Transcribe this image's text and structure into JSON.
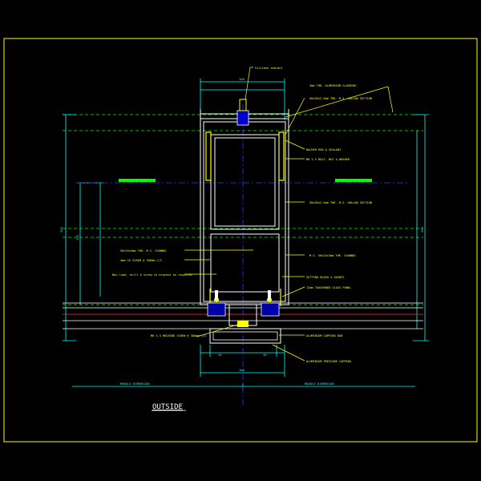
{
  "colors": {
    "background": "#000000",
    "frame": "#ffff00",
    "detail": "#ffffff",
    "green": "#00ff00",
    "dim": "#00ffff",
    "blue": "#0000ff",
    "red": "#ff3333",
    "label": "#ffff00"
  },
  "drawing": {
    "title": "OUTSIDE",
    "bottom_left_label": "MODULE DIMENSION",
    "bottom_right_label": "MODULE DIMENSION",
    "labels": {
      "top_sealant": "Silicone sealant",
      "cladding": "3mm THK. ALUMINIUM CLADDING",
      "hollow_section_1": "50x50x2.5mm THK. M.S. HOLLOW SECTION",
      "foam_rod": "BACKER ROD & SEALANT",
      "fixing_1": "M8 S.S BOLT, NUT & WASHER",
      "hollow_section_2": "50x50x2.5mm THK. M.S. HOLLOW SECTION",
      "channel_right": "M.S. 50x25x3mm THK. CHANNEL",
      "setting_block": "SETTING BLOCK & GASKET",
      "glazing": "12mm TOUGHENED GLASS PANEL",
      "capping": "ALUMINIUM CAPPING BAR",
      "pressure_plate": "ALUMINIUM PRESSURE CAPPING",
      "channel_left": "50x25x3mm THK. M.S. CHANNEL",
      "screws": "4mm SS SCREW @ 300mm C/C",
      "anchor_note": "Non-load, drill & screw to bracket as required",
      "machine_screw": "M6 S.S MACHINE SCREW @ 300mm C/C"
    },
    "dims": {
      "top_width": "100",
      "bottom_width": "100",
      "left_overall": "250",
      "left_mid": "120",
      "right_overall": "260",
      "bottom_a": "30",
      "bottom_b": "30"
    }
  }
}
